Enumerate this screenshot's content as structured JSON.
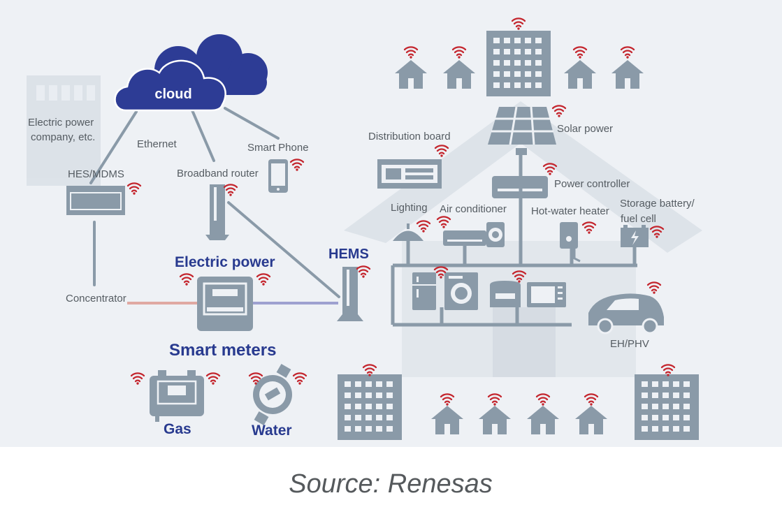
{
  "labels": {
    "cloud": "cloud",
    "electric_company": [
      "Electric power",
      "company, etc."
    ],
    "ethernet": "Ethernet",
    "smart_phone": "Smart Phone",
    "hes_mdms": "HES/MDMS",
    "broadband_router": "Broadband router",
    "concentrator": "Concentrator",
    "electric_power": "Electric power",
    "hems": "HEMS",
    "smart_meters": "Smart meters",
    "gas": "Gas",
    "water": "Water",
    "distribution_board": "Distribution board",
    "solar_power": "Solar power",
    "power_controller": "Power controller",
    "lighting": "Lighting",
    "air_conditioner": "Air conditioner",
    "hot_water_heater": "Hot-water heater",
    "storage_battery": [
      "Storage battery/",
      "fuel cell"
    ],
    "ehphv": "EH/PHV"
  },
  "caption": "Source: Renesas",
  "colors": {
    "background": "#eef1f5",
    "icon": "#8a9aa8",
    "cloud": "#2d3c95",
    "wifi": "#c4262e",
    "label": "#555c62",
    "blue_label": "#283a8f"
  }
}
